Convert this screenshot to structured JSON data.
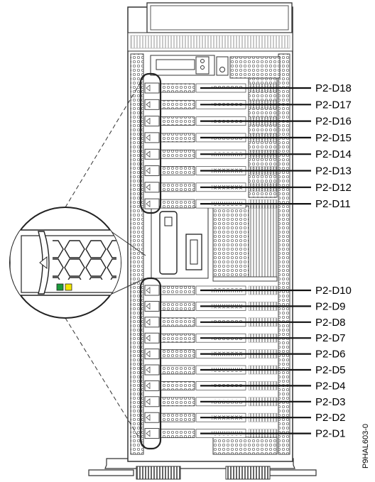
{
  "figure": {
    "figure_id": "P9HAL603-0",
    "upper_slots": [
      "P2-D18",
      "P2-D17",
      "P2-D16",
      "P2-D15",
      "P2-D14",
      "P2-D13",
      "P2-D12",
      "P2-D11"
    ],
    "lower_slots": [
      "P2-D10",
      "P2-D9",
      "P2-D8",
      "P2-D7",
      "P2-D6",
      "P2-D5",
      "P2-D4",
      "P2-D3",
      "P2-D2",
      "P2-D1"
    ],
    "led_colors": {
      "activity": "#1a9a3a",
      "fault": "#f2e600"
    },
    "icons": [
      "drive-bay-icon",
      "hex-grill-icon",
      "status-led-icon"
    ]
  }
}
